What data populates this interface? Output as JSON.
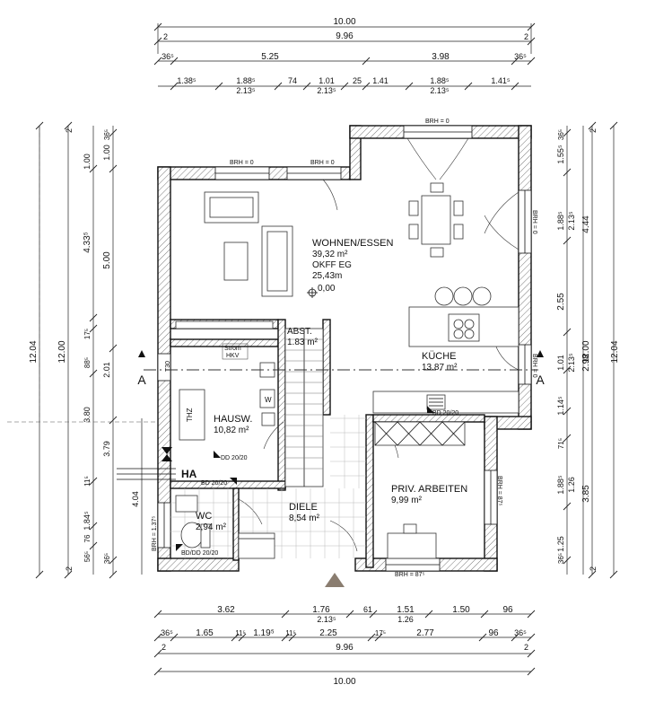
{
  "dims": {
    "top_overall": "10.00",
    "top_inner": "9.96",
    "top_row3": [
      "36⁵",
      "5.25",
      "3.98",
      "36⁵"
    ],
    "top_row4": [
      "1.38⁵",
      "1.88⁵",
      "74",
      "1.01",
      "25",
      "1.41",
      "1.88⁵",
      "1.41⁵"
    ],
    "top_row4b": [
      "2.13⁵",
      "2.13⁵",
      "2.13⁵"
    ],
    "bottom_row1": [
      "3.62",
      "1.76",
      "61",
      "1.51",
      "1.50",
      "96"
    ],
    "bottom_row1b": [
      "2.13⁵",
      "1.26"
    ],
    "bottom_row2": [
      "36⁵",
      "1.65",
      "11⁵",
      "1.19⁵",
      "11⁵",
      "2.25",
      "17⁵",
      "2.77",
      "96",
      "36⁵"
    ],
    "bottom_inner": "9.96",
    "bottom_overall": "10.00",
    "left_overall": "12.04",
    "left_inner": "12.00",
    "left_col3": [
      "36⁵",
      "1.00",
      "5.00",
      "2.01",
      "3.79",
      "36⁵"
    ],
    "left_col4": [
      "1.00",
      "4.33⁵",
      "17⁵",
      "88⁵",
      "3.80",
      "11⁵",
      "1.84⁵",
      "76",
      "56⁵"
    ],
    "left_col5": [
      "4.04"
    ],
    "right_overall": "12.04",
    "right_inner": "12.00",
    "right_col3": [
      "4.44",
      "2.98",
      "3.85"
    ],
    "right_col4": [
      "36⁵",
      "1.55⁵",
      "1.88⁵",
      "2.13⁵",
      "2.55",
      "1.01",
      "2.13⁵",
      "1.14⁵",
      "71⁵",
      "1.88⁵",
      "1.26",
      "1.25",
      "36⁵"
    ],
    "axis_2": "2"
  },
  "rooms": {
    "wohnen": {
      "name": "WOHNEN/ESSEN",
      "area": "39,32 m²",
      "okff": "OKFF EG",
      "height": "25,43m",
      "zero": "0,00"
    },
    "abst": {
      "name": "ABST.",
      "area": "1.83 m²"
    },
    "kueche": {
      "name": "KÜCHE",
      "area": "13.87 m²"
    },
    "hausw": {
      "name": "HAUSW.",
      "area": "10,82 m²"
    },
    "wc": {
      "name": "WC",
      "area": "2,94 m²"
    },
    "diele": {
      "name": "DIELE",
      "area": "8,54 m²"
    },
    "arbeiten": {
      "name": "PRIV. ARBEITEN",
      "area": "9,99 m²"
    }
  },
  "labels": {
    "brh0": "BRH = 0",
    "brh87": "BRH = 87⁵",
    "brh137": "BRH = 1.37⁵",
    "strom": "Strom",
    "hkv": "HKV",
    "t30": "T30",
    "thz": "THZ",
    "w": "W",
    "bd2020": "BD 20/20",
    "dd2020": "DD 20/20",
    "bddd2020": "BD/DD 20/20",
    "ha": "HA",
    "section": "A"
  }
}
